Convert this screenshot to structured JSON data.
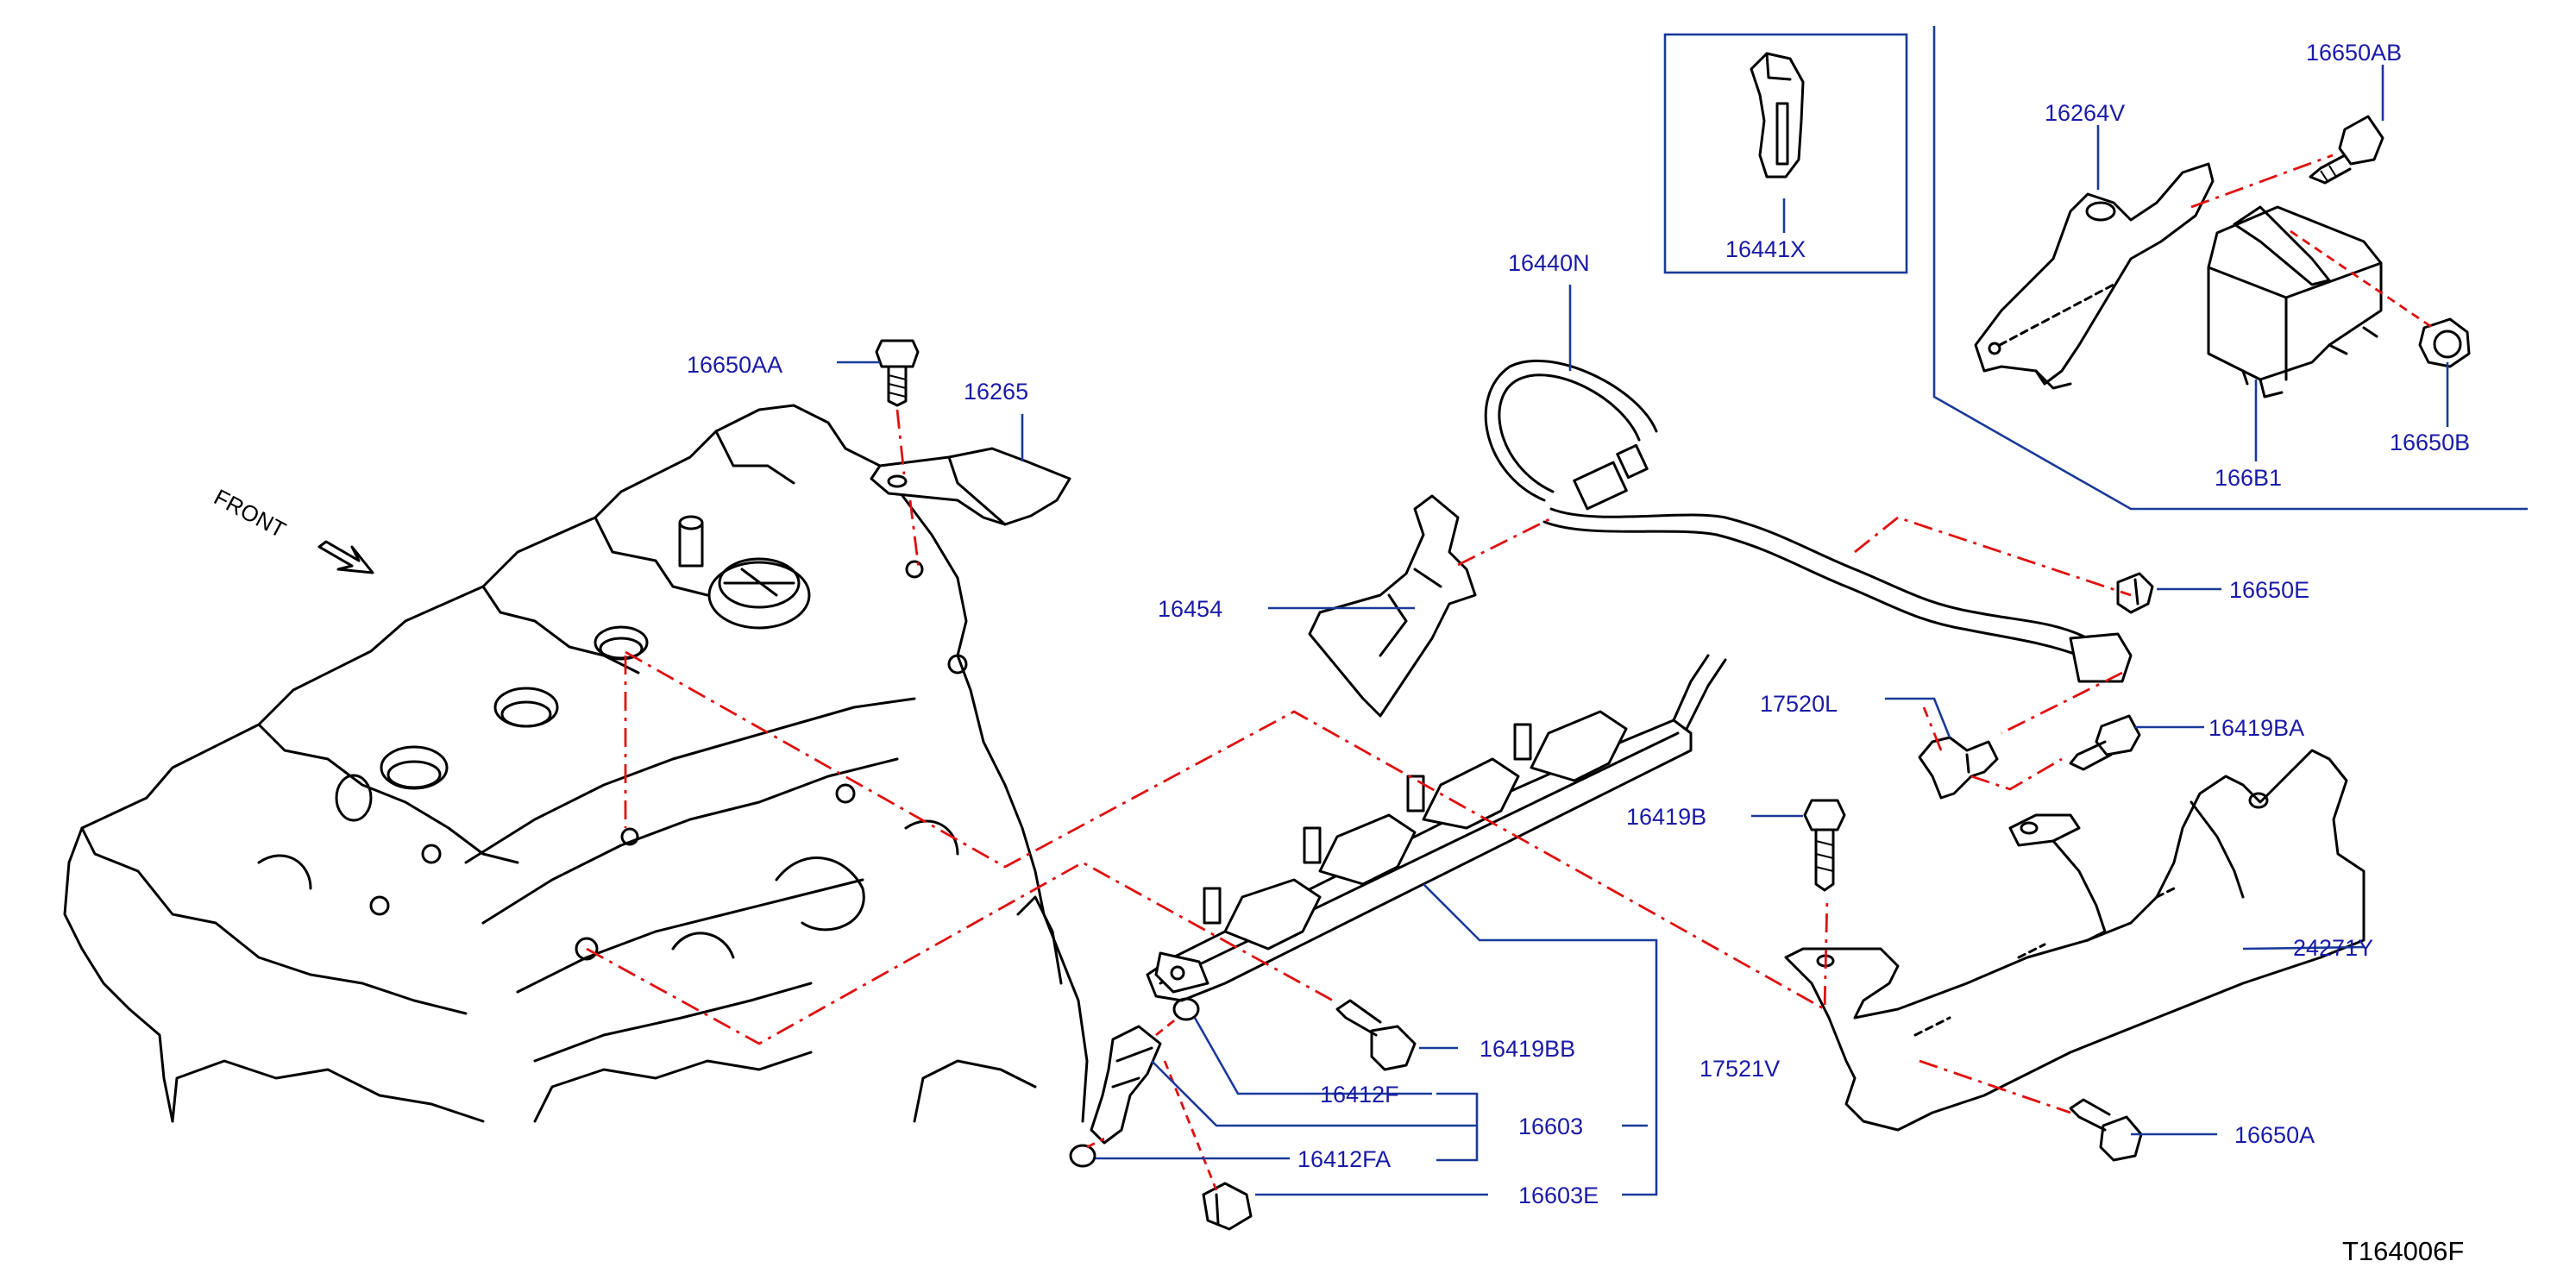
{
  "labels": {
    "p16650AB": "16650AB",
    "p16264V": "16264V",
    "p16441X": "16441X",
    "p16440N": "16440N",
    "p16650AA": "16650AA",
    "p16265": "16265",
    "p16650B": "16650B",
    "p166B1": "166B1",
    "p16454": "16454",
    "p16650E": "16650E",
    "p17520L": "17520L",
    "p16419BA": "16419BA",
    "p16419B": "16419B",
    "p24271Y": "24271Y",
    "p16419BB": "16419BB",
    "p16412F": "16412F",
    "p17521V": "17521V",
    "p16603": "16603",
    "p16412FA": "16412FA",
    "p16650A": "16650A",
    "p16603E": "16603E"
  },
  "front_label": "FRONT",
  "diagram_code": "T164006F",
  "colors": {
    "label_text": "#1a1aa8",
    "leader_line": "#1a3a9a",
    "center_line": "#e01010",
    "part_outline": "#000000"
  }
}
